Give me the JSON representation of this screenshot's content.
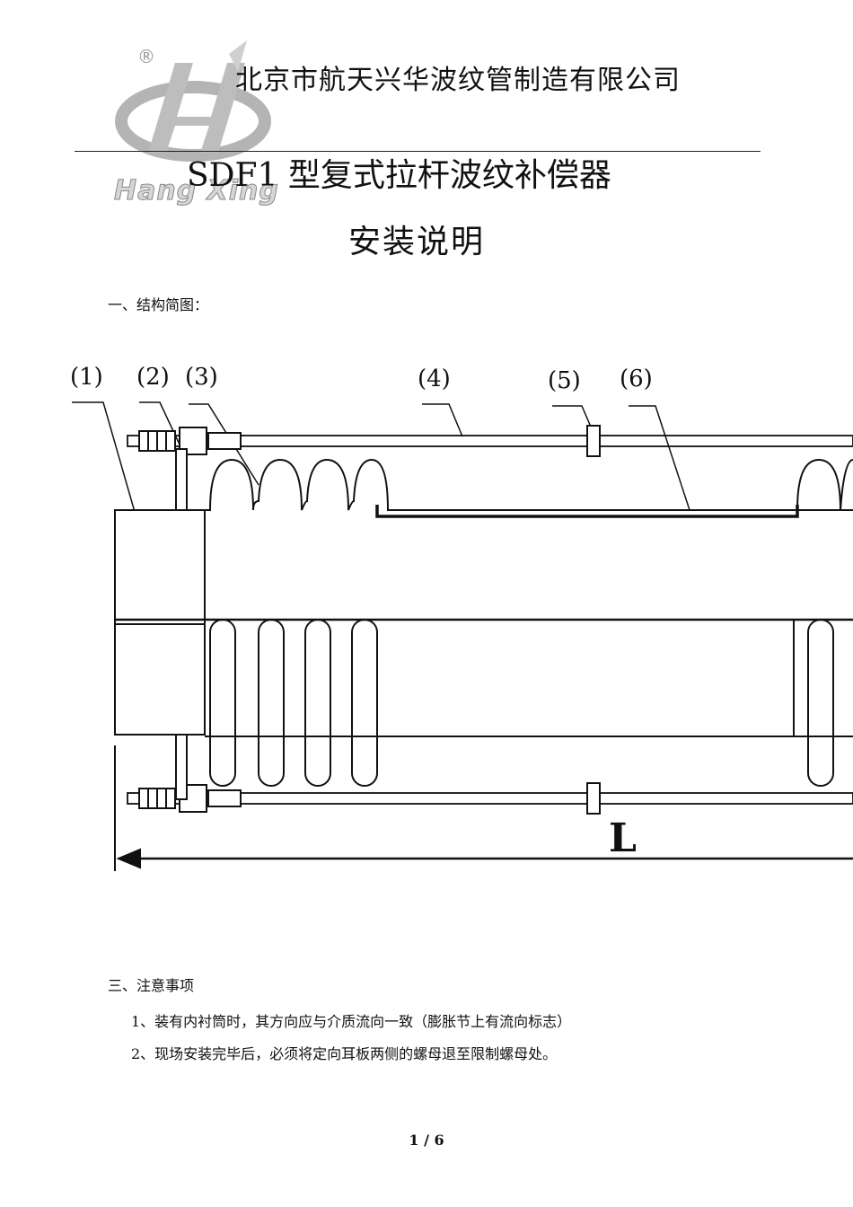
{
  "header": {
    "company_name": "北京市航天兴华波纹管制造有限公司",
    "logo_text": "Hang Xing",
    "logo_mark": "®"
  },
  "document": {
    "title": "SDF1 型复式拉杆波纹补偿器",
    "subtitle": "安装说明"
  },
  "section1": {
    "heading": "一、结构简图："
  },
  "diagram": {
    "callouts": [
      "(1)",
      "(2)",
      "(3)",
      "(4)",
      "(5)",
      "(6)"
    ],
    "dimension_label": "L"
  },
  "section3": {
    "heading": "三、注意事项",
    "notes": [
      "1、装有内衬筒时，其方向应与介质流向一致（膨胀节上有流向标志）",
      "2、现场安装完毕后，必须将定向耳板两侧的螺母退至限制螺母处。"
    ]
  },
  "footer": {
    "page_number": "1 / 6"
  }
}
